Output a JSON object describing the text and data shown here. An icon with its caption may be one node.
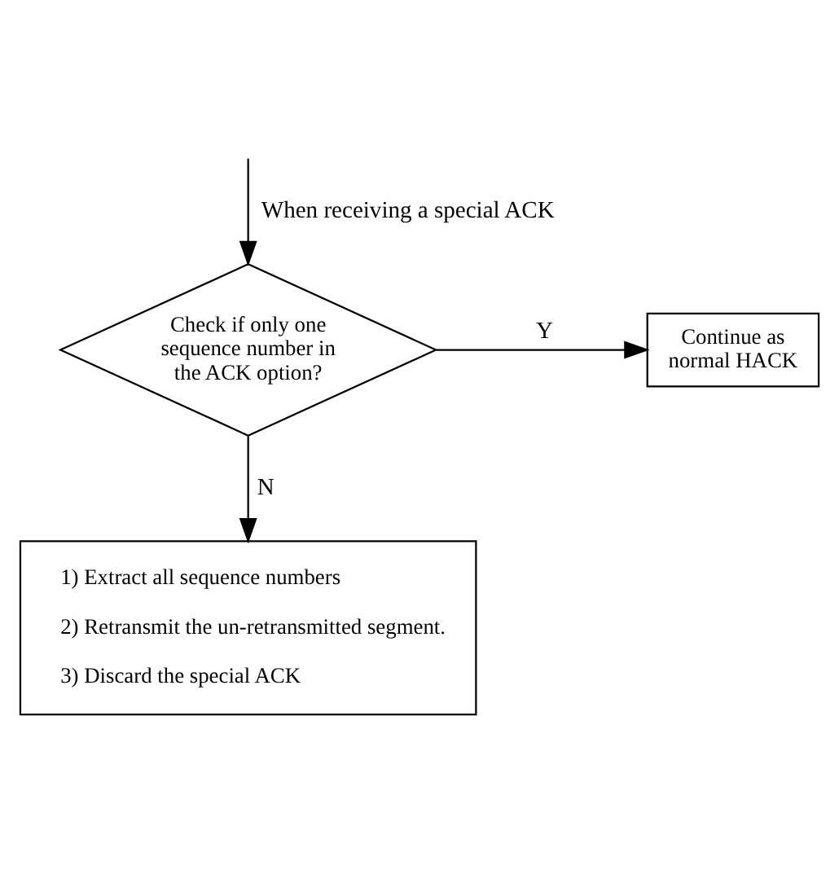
{
  "diagram": {
    "nodes": [
      {
        "text": [
          "Check if only one sequence number in the ACK option?"
        ]
      },
      {
        "text": [
          "Continue as normal HACK"
        ]
      },
      {
        "text": [
          "1) Extract all sequence numbers",
          "2) Retransmit the un-retransmitted segment.",
          "3) Discard the special ACK"
        ]
      }
    ],
    "edges": [
      {
        "from": null,
        "to": 0,
        "arrow": "to",
        "label": "When receiving a special ACK"
      },
      {
        "from": 0,
        "to": 1,
        "arrow": "to",
        "label": "Y"
      },
      {
        "from": 0,
        "to": 2,
        "arrow": "to",
        "label": "N"
      }
    ]
  }
}
